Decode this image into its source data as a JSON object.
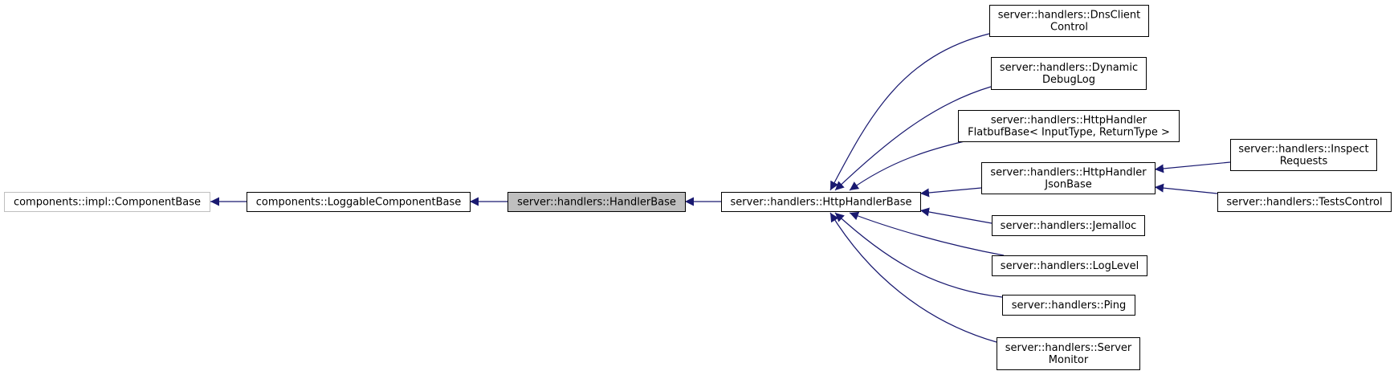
{
  "nodes": [
    {
      "id": "component-base",
      "lines": [
        "components::impl::ComponentBase"
      ],
      "style": "external"
    },
    {
      "id": "loggable-component-base",
      "lines": [
        "components::LoggableComponentBase"
      ],
      "style": "normal"
    },
    {
      "id": "handler-base",
      "lines": [
        "server::handlers::HandlerBase"
      ],
      "style": "highlight"
    },
    {
      "id": "http-handler-base",
      "lines": [
        "server::handlers::HttpHandlerBase"
      ],
      "style": "normal"
    },
    {
      "id": "dns-client-control",
      "lines": [
        "server::handlers::DnsClient",
        "Control"
      ],
      "style": "normal"
    },
    {
      "id": "dynamic-debug-log",
      "lines": [
        "server::handlers::Dynamic",
        "DebugLog"
      ],
      "style": "normal"
    },
    {
      "id": "http-handler-flatbuf-base",
      "lines": [
        "server::handlers::HttpHandler",
        "FlatbufBase< InputType, ReturnType >"
      ],
      "style": "normal"
    },
    {
      "id": "http-handler-json-base",
      "lines": [
        "server::handlers::HttpHandler",
        "JsonBase"
      ],
      "style": "normal"
    },
    {
      "id": "jemalloc",
      "lines": [
        "server::handlers::Jemalloc"
      ],
      "style": "normal"
    },
    {
      "id": "log-level",
      "lines": [
        "server::handlers::LogLevel"
      ],
      "style": "normal"
    },
    {
      "id": "ping",
      "lines": [
        "server::handlers::Ping"
      ],
      "style": "normal"
    },
    {
      "id": "server-monitor",
      "lines": [
        "server::handlers::Server",
        "Monitor"
      ],
      "style": "normal"
    },
    {
      "id": "inspect-requests",
      "lines": [
        "server::handlers::Inspect",
        "Requests"
      ],
      "style": "normal"
    },
    {
      "id": "tests-control",
      "lines": [
        "server::handlers::TestsControl"
      ],
      "style": "normal"
    }
  ],
  "edges": [
    {
      "from": "loggable-component-base",
      "to": "component-base"
    },
    {
      "from": "handler-base",
      "to": "loggable-component-base"
    },
    {
      "from": "http-handler-base",
      "to": "handler-base"
    },
    {
      "from": "dns-client-control",
      "to": "http-handler-base"
    },
    {
      "from": "dynamic-debug-log",
      "to": "http-handler-base"
    },
    {
      "from": "http-handler-flatbuf-base",
      "to": "http-handler-base"
    },
    {
      "from": "http-handler-json-base",
      "to": "http-handler-base"
    },
    {
      "from": "jemalloc",
      "to": "http-handler-base"
    },
    {
      "from": "log-level",
      "to": "http-handler-base"
    },
    {
      "from": "ping",
      "to": "http-handler-base"
    },
    {
      "from": "server-monitor",
      "to": "http-handler-base"
    },
    {
      "from": "inspect-requests",
      "to": "http-handler-json-base"
    },
    {
      "from": "tests-control",
      "to": "http-handler-json-base"
    }
  ],
  "colors": {
    "edge": "#191970",
    "border": "#000000",
    "external_border": "#bfbfbf",
    "highlight_fill": "#bfbfbf",
    "fill": "#ffffff"
  }
}
